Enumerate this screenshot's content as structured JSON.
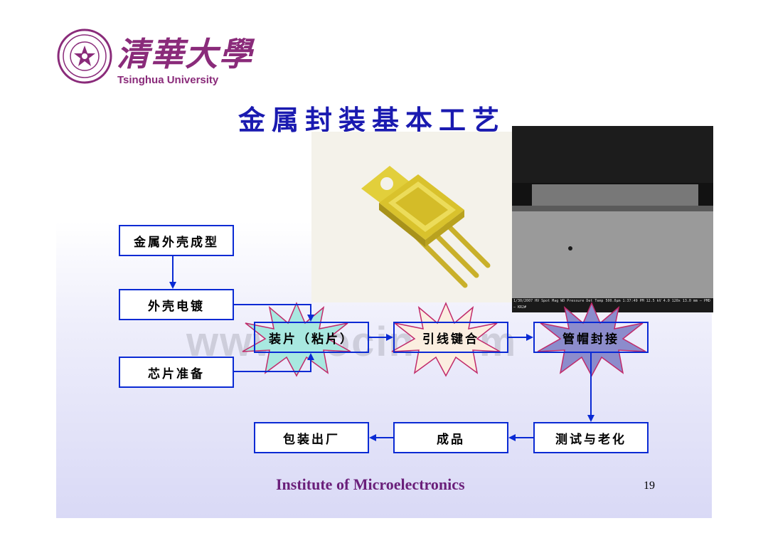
{
  "header": {
    "logo_cn": "清華大學",
    "logo_en": "Tsinghua University",
    "title": "金属封装基本工艺"
  },
  "photos": {
    "sem_info": "1/30/2007 HV Spot Mag WD Pressure Det Temp 500.0μm 1:37:49 PM 12.5 kV 4.0 120x 13.0 mm — PMD — KR2#"
  },
  "flow": {
    "box_shell_forming": "金属外壳成型",
    "box_shell_plating": "外壳电镀",
    "box_chip_prep": "芯片准备",
    "step_die_attach": "装片（粘片）",
    "step_wire_bond": "引线键合",
    "step_cap_seal": "管帽封接",
    "box_test_aging": "测试与老化",
    "box_product": "成品",
    "box_packing": "包装出厂"
  },
  "watermark": "www.docin.com",
  "footer": {
    "institute": "Institute of Microelectronics",
    "page": "19"
  },
  "colors": {
    "title": "#1a1ab0",
    "box_border": "#0a2ad4",
    "footer": "#6a1f7a",
    "burst1_fill": "#a8e8e0",
    "burst2_fill": "#fbeee0",
    "burst3_fill": "#8c8ccc"
  }
}
